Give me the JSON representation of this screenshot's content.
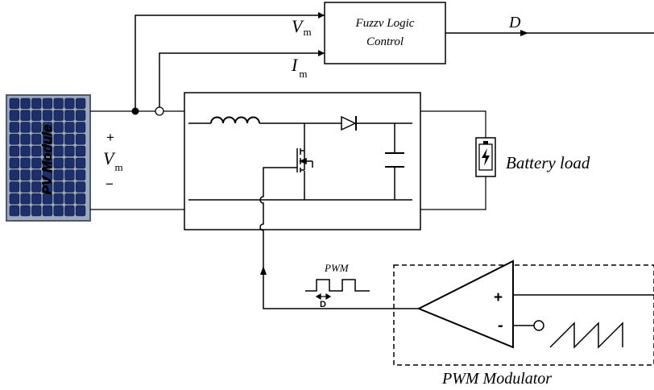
{
  "flc": {
    "line1": "Fuzzv Logic",
    "line2": "Control"
  },
  "signals": {
    "vm_top": "V",
    "vm_top_sub": "m",
    "im": "I",
    "im_sub": "m",
    "d_out": "D",
    "plus": "+",
    "minus": "−",
    "vm_left": "V",
    "vm_left_sub": "m"
  },
  "pv": {
    "label": "PV Module"
  },
  "battery": {
    "label": "Battery load"
  },
  "pwm": {
    "wave_label": "PWM",
    "duty_label": "D"
  },
  "modulator": {
    "plus": "+",
    "minus": "-",
    "label": "PWM Modulator"
  },
  "icons": [
    "pv-panel-icon",
    "battery-icon",
    "inductor-icon",
    "diode-icon",
    "capacitor-icon",
    "mosfet-icon",
    "comparator-icon",
    "sawtooth-icon",
    "pwm-pulse-icon"
  ]
}
